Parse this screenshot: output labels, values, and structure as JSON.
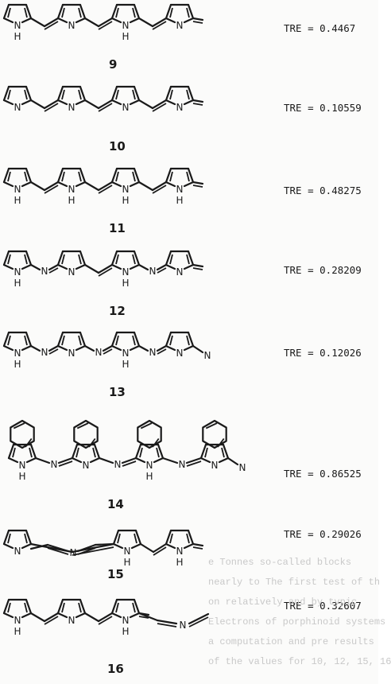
{
  "compounds": [
    {
      "number": "9",
      "tre_label": "TRE",
      "tre_value": "0.4467"
    },
    {
      "number": "10",
      "tre_label": "TRE",
      "tre_value": "0.10559"
    },
    {
      "number": "11",
      "tre_label": "TRE",
      "tre_value": "0.48275"
    },
    {
      "number": "12",
      "tre_label": "TRE",
      "tre_value": "0.28209"
    },
    {
      "number": "13",
      "tre_label": "TRE",
      "tre_value": "0.12026"
    },
    {
      "number": "14",
      "tre_label": "TRE",
      "tre_value": "0.86525"
    },
    {
      "number": "15",
      "tre_label": "TRE",
      "tre_value": "0.29026"
    },
    {
      "number": "16",
      "tre_label": "TRE",
      "tre_value": "0.32607"
    }
  ],
  "atom_labels": {
    "nitrogen": "N",
    "hydrogen": "H"
  },
  "bleed_through_text": [
    "e  Tonnes  so-called  blocks",
    "nearly  to  The  first  test  of  th",
    "on  relatively  and  by  typic",
    "Electrons  of  porphinoid  systems",
    "a  computation  and  pre  results",
    "of  the  values  for  10, 12, 15, 16"
  ]
}
